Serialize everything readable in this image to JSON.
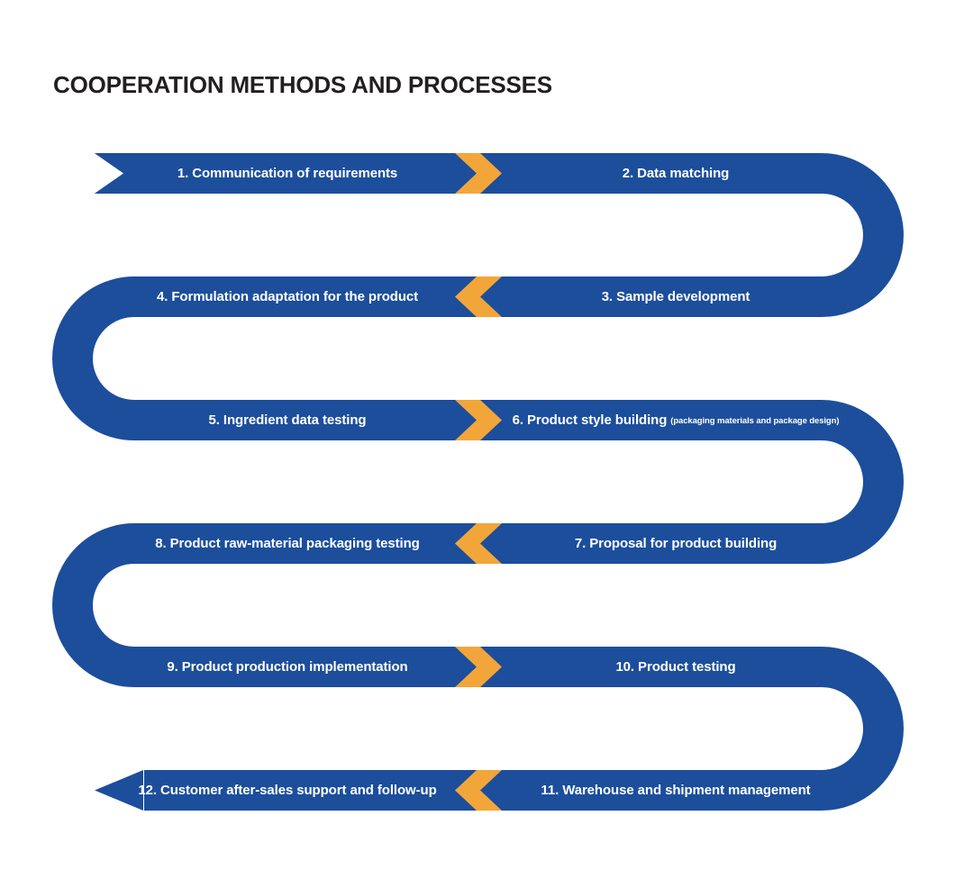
{
  "title": "COOPERATION METHODS AND PROCESSES",
  "colors": {
    "ribbon_blue": "#1C4E9C",
    "chevron_yellow": "#F2A63A",
    "title_text": "#231F20",
    "step_text": "#FFFFFF",
    "background": "#FFFFFF"
  },
  "rows": [
    {
      "left": "1. Communication of requirements",
      "right": "2. Data matching",
      "chevron": "right"
    },
    {
      "left": "4. Formulation adaptation for the product",
      "right": "3. Sample development",
      "chevron": "left"
    },
    {
      "left": "5. Ingredient data testing",
      "right": "6. Product style building",
      "right_note": "(packaging materials and package design)",
      "chevron": "right"
    },
    {
      "left": "8. Product raw-material packaging testing",
      "right": "7. Proposal for product  building",
      "chevron": "left"
    },
    {
      "left": "9. Product production implementation",
      "right": "10. Product testing",
      "chevron": "right"
    },
    {
      "left": "12. Customer after-sales support and follow-up",
      "right": "11. Warehouse and shipment management",
      "chevron": "left"
    }
  ]
}
